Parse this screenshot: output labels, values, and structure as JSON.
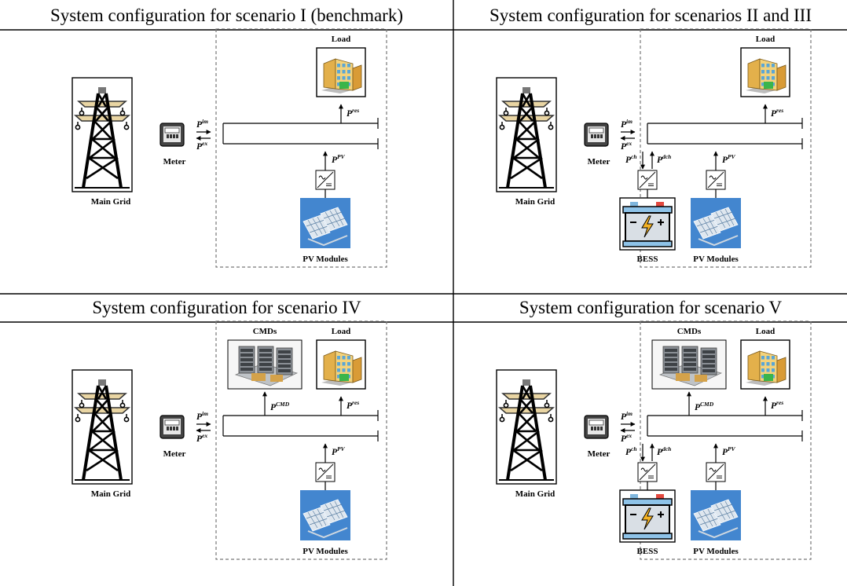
{
  "panels": [
    {
      "title": "System configuration for scenario I (benchmark)",
      "has_cmd": false,
      "has_bess": false
    },
    {
      "title": "System configuration for scenarios II and III",
      "has_cmd": false,
      "has_bess": true
    },
    {
      "title": "System configuration for scenario IV",
      "has_cmd": true,
      "has_bess": false
    },
    {
      "title": "System configuration for scenario V",
      "has_cmd": true,
      "has_bess": true
    }
  ],
  "labels": {
    "main_grid": "Main Grid",
    "meter": "Meter",
    "load": "Load",
    "pv_modules": "PV Modules",
    "bess": "BESS",
    "cmds": "CMDs"
  },
  "powers": {
    "p": "P",
    "im": "im",
    "ex": "ex",
    "res": "res",
    "pv": "PV",
    "ch": "ch",
    "dch": "dch",
    "cmd": "CMD"
  }
}
